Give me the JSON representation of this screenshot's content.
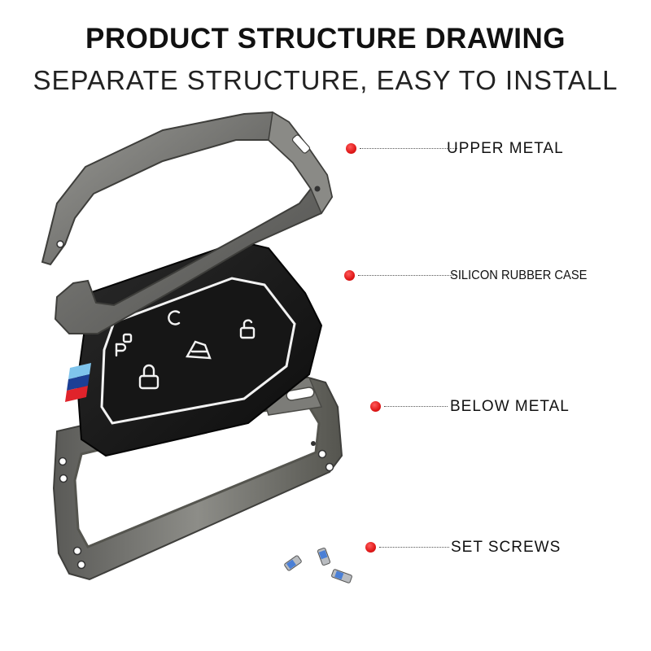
{
  "heading": {
    "title": "PRODUCT STRUCTURE DRAWING",
    "subtitle": "SEPARATE STRUCTURE, EASY TO INSTALL"
  },
  "callouts": [
    {
      "label": "UPPER METAL"
    },
    {
      "label": "SILICON RUBBER CASE"
    },
    {
      "label": "BELOW METAL"
    },
    {
      "label": "SET SCREWS"
    }
  ],
  "key_buttons": {
    "park": "P",
    "stripe_colors": [
      "#7fc4ec",
      "#1d3f95",
      "#e0232b"
    ]
  },
  "colors": {
    "accent_dot": "#e01818",
    "metal": "#6f6f6c",
    "rubber": "#141414"
  }
}
